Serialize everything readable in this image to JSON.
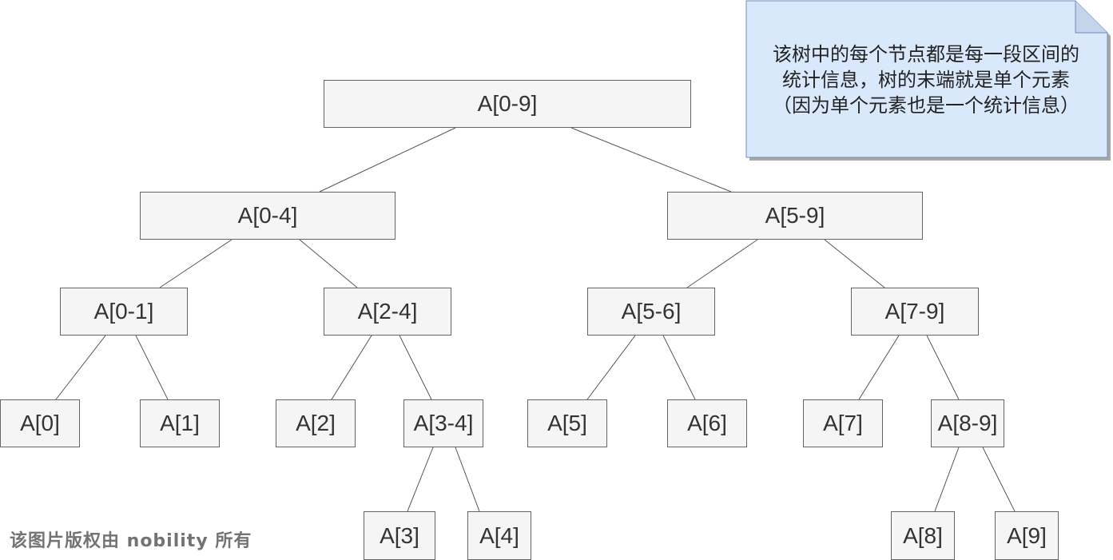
{
  "diagram": {
    "nodes": [
      {
        "id": "n09",
        "label": "A[0-9]"
      },
      {
        "id": "n04",
        "label": "A[0-4]"
      },
      {
        "id": "n59",
        "label": "A[5-9]"
      },
      {
        "id": "n01",
        "label": "A[0-1]"
      },
      {
        "id": "n24",
        "label": "A[2-4]"
      },
      {
        "id": "n56",
        "label": "A[5-6]"
      },
      {
        "id": "n79",
        "label": "A[7-9]"
      },
      {
        "id": "n0",
        "label": "A[0]"
      },
      {
        "id": "n1",
        "label": "A[1]"
      },
      {
        "id": "n2",
        "label": "A[2]"
      },
      {
        "id": "n34",
        "label": "A[3-4]"
      },
      {
        "id": "n5",
        "label": "A[5]"
      },
      {
        "id": "n6",
        "label": "A[6]"
      },
      {
        "id": "n7",
        "label": "A[7]"
      },
      {
        "id": "n89",
        "label": "A[8-9]"
      },
      {
        "id": "n3",
        "label": "A[3]"
      },
      {
        "id": "n4",
        "label": "A[4]"
      },
      {
        "id": "n8",
        "label": "A[8]"
      },
      {
        "id": "n9",
        "label": "A[9]"
      }
    ],
    "edges": [
      [
        "n09",
        "n04"
      ],
      [
        "n09",
        "n59"
      ],
      [
        "n04",
        "n01"
      ],
      [
        "n04",
        "n24"
      ],
      [
        "n59",
        "n56"
      ],
      [
        "n59",
        "n79"
      ],
      [
        "n01",
        "n0"
      ],
      [
        "n01",
        "n1"
      ],
      [
        "n24",
        "n2"
      ],
      [
        "n24",
        "n34"
      ],
      [
        "n56",
        "n5"
      ],
      [
        "n56",
        "n6"
      ],
      [
        "n79",
        "n7"
      ],
      [
        "n79",
        "n89"
      ],
      [
        "n34",
        "n3"
      ],
      [
        "n34",
        "n4"
      ],
      [
        "n89",
        "n8"
      ],
      [
        "n89",
        "n9"
      ]
    ],
    "note": {
      "lines": [
        "该树中的每个节点都是每一段区间的",
        "统计信息，树的末端就是单个元素",
        "（因为单个元素也是一个统计信息）"
      ],
      "fill": "#dae8fc"
    },
    "watermark": "该图片版权由 nobility 所有"
  }
}
